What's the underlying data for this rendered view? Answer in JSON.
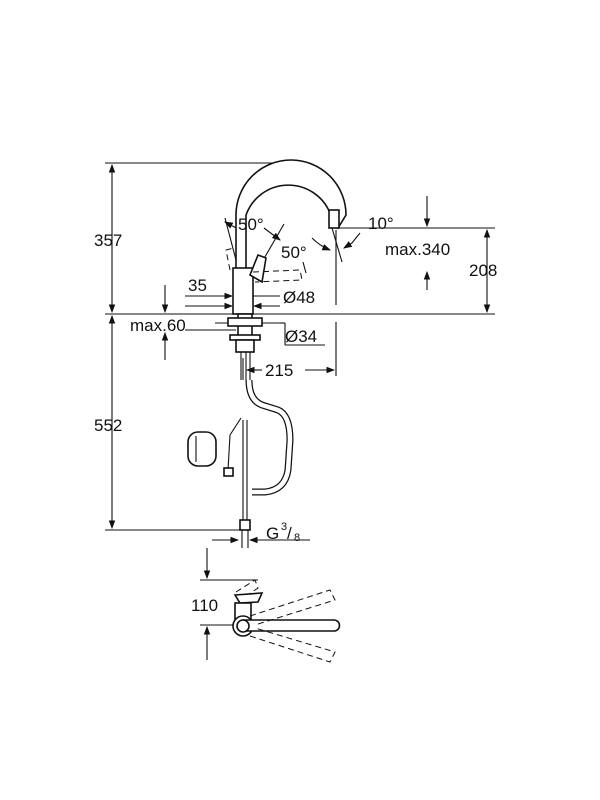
{
  "dimensions": {
    "total_height": "357",
    "below_deck": "552",
    "spout_height": "208",
    "max_outlet": "max.340",
    "spout_reach": "215",
    "lever_angle_left": "50°",
    "lever_angle_right": "50°",
    "head_angle": "10°",
    "lever_offset": "35",
    "body_diameter": "Ø48",
    "hole_diameter": "Ø34",
    "max_deck": "max.60",
    "thread_prefix": "G",
    "thread_num": "3",
    "thread_den": "8",
    "top_view_depth": "110"
  }
}
